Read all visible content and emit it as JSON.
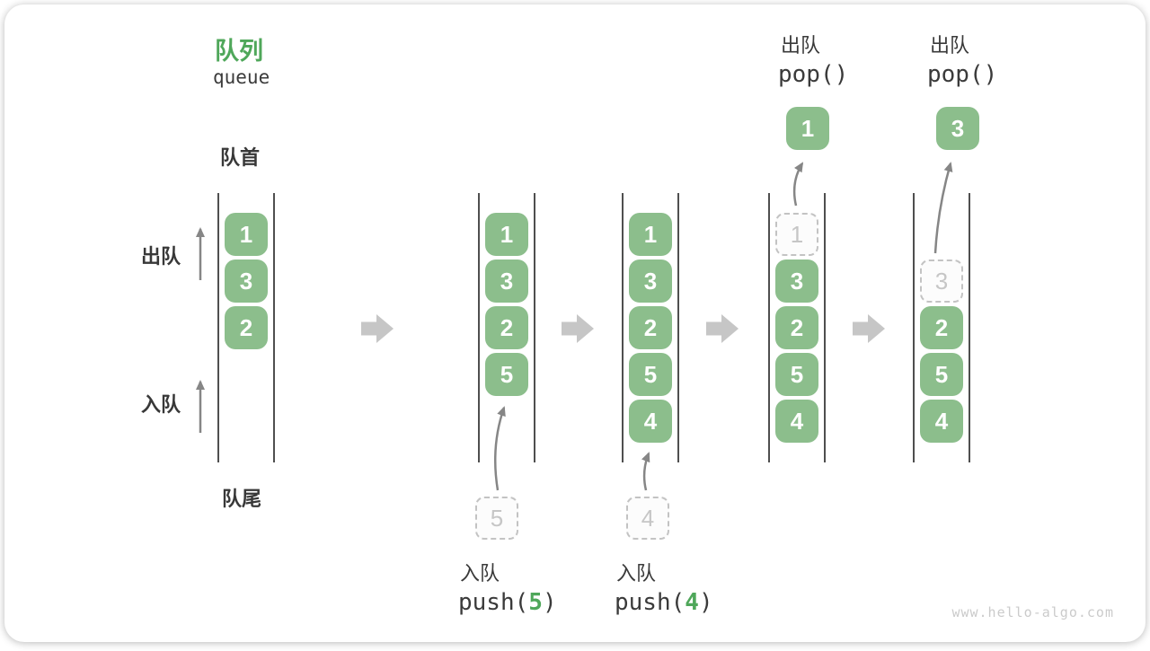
{
  "header": {
    "title_zh": "队列",
    "title_en": "queue"
  },
  "labels": {
    "front": "队首",
    "rear": "队尾",
    "dequeue": "出队",
    "enqueue": "入队"
  },
  "footer": {
    "watermark": "www.hello-algo.com"
  },
  "colors": {
    "box_green": "#8CBE8C",
    "accent_green": "#4FA75A",
    "ghost_gray": "#c6c6c6",
    "flow_arrow_gray": "#c6c6c6",
    "thin_arrow_gray": "#868686",
    "channel_line": "#4f4f4f"
  },
  "states": [
    {
      "boxes": [
        {
          "row": 0,
          "value": "1"
        },
        {
          "row": 1,
          "value": "3"
        },
        {
          "row": 2,
          "value": "2"
        }
      ]
    },
    {
      "boxes": [
        {
          "row": 0,
          "value": "1"
        },
        {
          "row": 1,
          "value": "3"
        },
        {
          "row": 2,
          "value": "2"
        },
        {
          "row": 3,
          "value": "5"
        }
      ],
      "incoming_value": "5",
      "op": {
        "label": "入队",
        "code_prefix": "push(",
        "code_arg": "5",
        "code_suffix": ")"
      }
    },
    {
      "boxes": [
        {
          "row": 0,
          "value": "1"
        },
        {
          "row": 1,
          "value": "3"
        },
        {
          "row": 2,
          "value": "2"
        },
        {
          "row": 3,
          "value": "5"
        },
        {
          "row": 4,
          "value": "4"
        }
      ],
      "incoming_value": "4",
      "op": {
        "label": "入队",
        "code_prefix": "push(",
        "code_arg": "4",
        "code_suffix": ")"
      }
    },
    {
      "boxes": [
        {
          "row": 1,
          "value": "3"
        },
        {
          "row": 2,
          "value": "2"
        },
        {
          "row": 3,
          "value": "5"
        },
        {
          "row": 4,
          "value": "4"
        }
      ],
      "ghost": {
        "row": 0,
        "value": "1"
      },
      "popped_value": "1",
      "op_top": {
        "label": "出队",
        "code": "pop()"
      }
    },
    {
      "boxes": [
        {
          "row": 2,
          "value": "2"
        },
        {
          "row": 3,
          "value": "5"
        },
        {
          "row": 4,
          "value": "4"
        }
      ],
      "ghost": {
        "row": 1,
        "value": "3"
      },
      "popped_value": "3",
      "op_top": {
        "label": "出队",
        "code": "pop()"
      }
    }
  ]
}
